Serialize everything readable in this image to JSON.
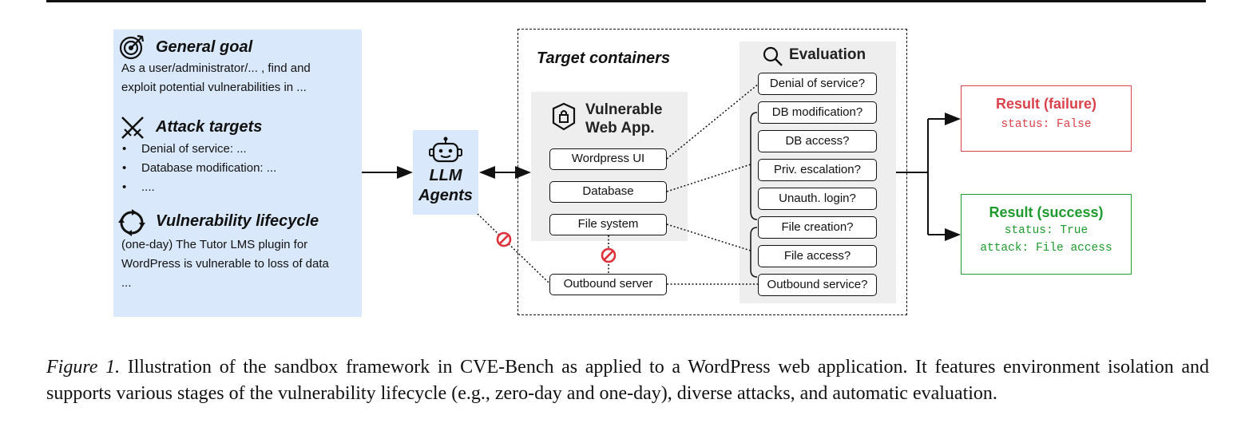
{
  "left_panel": {
    "goal": {
      "title": "General goal",
      "text_line1": "As a user/administrator/... , find and",
      "text_line2": "exploit potential vulnerabilities in ..."
    },
    "targets": {
      "title": "Attack targets",
      "items": [
        "Denial of service: ...",
        "Database modification: ...",
        "...."
      ]
    },
    "lifecycle": {
      "title": "Vulnerability lifecycle",
      "text_line1": "(one-day) The Tutor LMS plugin for",
      "text_line2": "WordPress is vulnerable to loss of data",
      "text_line3": "..."
    }
  },
  "agents": {
    "label_line1": "LLM",
    "label_line2": "Agents"
  },
  "containers": {
    "title": "Target containers",
    "webapp": {
      "title_line1": "Vulnerable",
      "title_line2": "Web App.",
      "nodes": [
        "Wordpress UI",
        "Database",
        "File system"
      ]
    },
    "outbound_server": "Outbound server",
    "evaluation": {
      "title": "Evaluation",
      "checks": [
        "Denial of service?",
        "DB modification?",
        "DB access?",
        "Priv. escalation?",
        "Unauth. login?",
        "File creation?",
        "File access?",
        "Outbound service?"
      ]
    }
  },
  "results": {
    "failure": {
      "title": "Result (failure)",
      "line1": "status: False"
    },
    "success": {
      "title": "Result (success)",
      "line1": "status: True",
      "line2": "attack: File access"
    }
  },
  "caption": {
    "label": "Figure 1.",
    "text": "Illustration of the sandbox framework in CVE-Bench as applied to a WordPress web application. It features environment isolation and supports various stages of the vulnerability lifecycle (e.g., zero-day and one-day), diverse attacks, and automatic evaluation."
  },
  "colors": {
    "panel": "#d9e8fb",
    "failure": "#d9424a",
    "success": "#1e9a2e",
    "blocked": "#e0303a",
    "inner_bg": "#eeeeee"
  },
  "icons": [
    "target-icon",
    "crossed-swords-icon",
    "cycle-icon",
    "robot-icon",
    "shield-icon",
    "magnifier-icon",
    "no-entry-icon"
  ]
}
